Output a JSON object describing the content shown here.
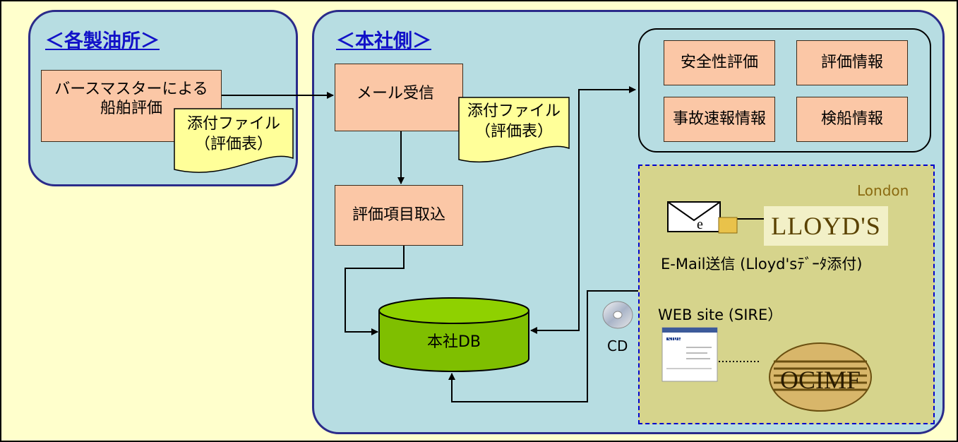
{
  "left_panel": {
    "title": "＜各製油所＞",
    "process": "バースマスターによる\n船舶評価",
    "attachment": "添付ファイル\n（評価表）"
  },
  "main_panel": {
    "title": "＜本社側＞",
    "mail_receive": "メール受信",
    "attachment": "添付ファイル\n（評価表）",
    "import_items": "評価項目取込",
    "database": "本社DB",
    "cd_label": "CD"
  },
  "info_group": {
    "items": [
      "安全性評価",
      "評価情報",
      "事故速報情報",
      "検船情報"
    ]
  },
  "external": {
    "location": "London",
    "email_caption": "E-Mail送信 (Lloyd'sﾃﾞｰﾀ添付)",
    "email_icon_letter": "e",
    "lloyds_logo": "LLOYD'S",
    "web_caption": "WEB site (SIRE）",
    "sire_logo_text": "SIRE",
    "ocimf_logo": "OCIMF"
  },
  "colors": {
    "page_bg": "#ffffcc",
    "panel_bg": "#b7dde2",
    "panel_border": "#2b2b8a",
    "process_fill": "#fbc7a6",
    "note_fill": "#ffff99",
    "db_fill": "#7fbf00",
    "external_fill": "#d6d48c",
    "external_border": "#0000cc",
    "heading_text": "#1212c8"
  }
}
